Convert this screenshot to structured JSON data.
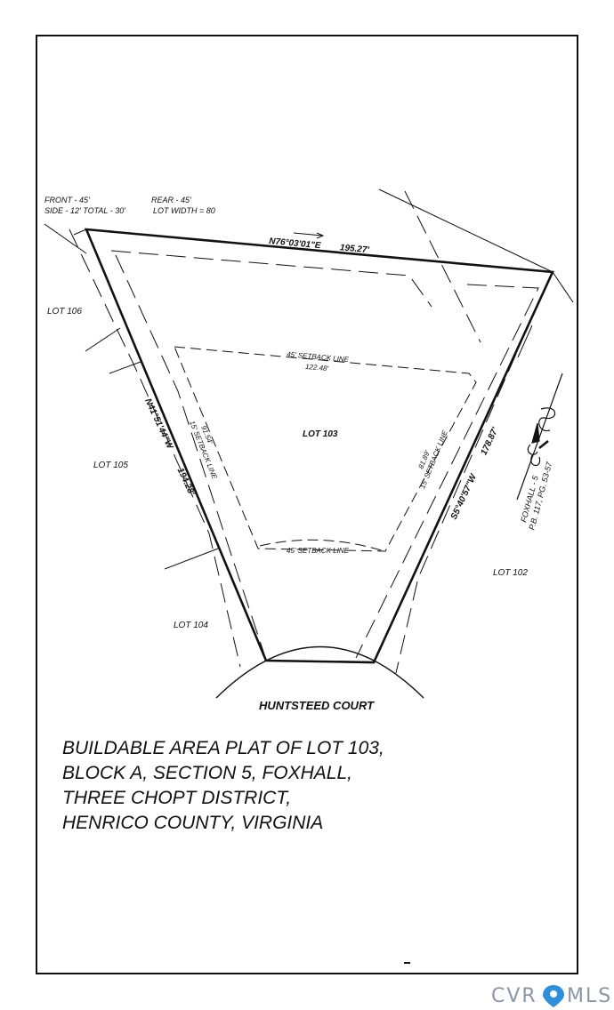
{
  "zoning": {
    "front": "FRONT - 45'",
    "side": "SIDE - 12' TOTAL - 30'",
    "rear": "REAR - 45'",
    "lot_width": "LOT WIDTH = 80"
  },
  "bearings": {
    "north": "N76°03'01\"E",
    "north_dist": "195.27'",
    "west": "N41°51'44\"W",
    "west_dist": "194.28'",
    "east": "S5°40'57\"W",
    "east_dist": "178.87'"
  },
  "setbacks": {
    "rear_line": "45' SETBACK LINE",
    "rear_dist": "122.48'",
    "front_line": "45' SETBACK LINE",
    "west_dist": "91.54'",
    "west_line": "15' SETBACK LINE",
    "east_dist": "81.89'",
    "east_line": "15' SETBACK LINE"
  },
  "lots": {
    "subject": "LOT 103",
    "lot106": "LOT 106",
    "lot105": "LOT 105",
    "lot104": "LOT 104",
    "lot102": "LOT 102"
  },
  "street": "HUNTSTEED COURT",
  "foxhall_ref": {
    "line1": "FOXHALL - 5",
    "line2": "P.B. 117, PG. 53-57"
  },
  "title_lines": [
    "BUILDABLE AREA PLAT OF LOT 103,",
    "BLOCK A, SECTION 5, FOXHALL,",
    "THREE CHOPT DISTRICT,",
    "HENRICO COUNTY, VIRGINIA"
  ],
  "watermark": {
    "left": "CVR",
    "right": "MLS",
    "pin_color": "#2f8fd8"
  },
  "colors": {
    "ink": "#111111",
    "watermark": "#8a96a6"
  }
}
